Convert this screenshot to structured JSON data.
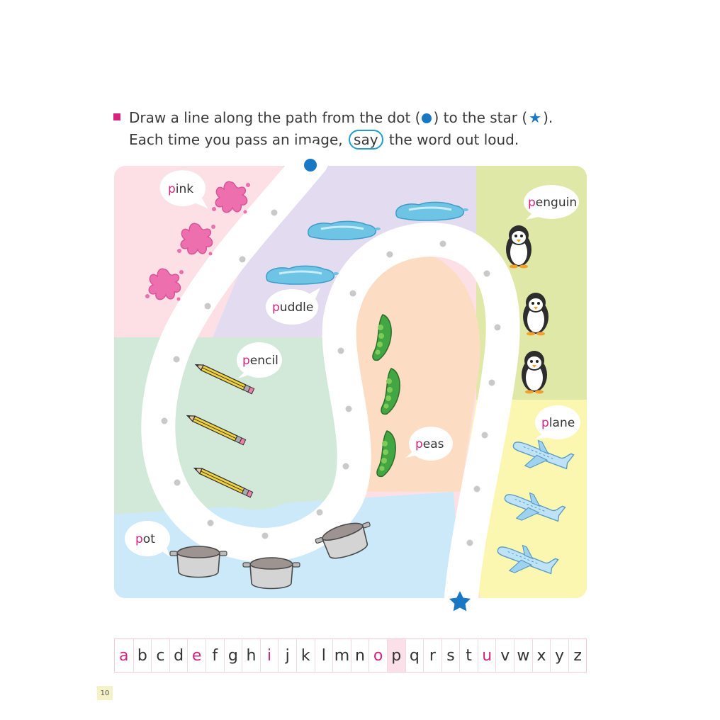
{
  "instructions": {
    "line1_a": "Draw a line along the path from the dot (",
    "line1_b": ") to the star (",
    "line1_c": ").",
    "line2_a": "Each time you pass an image,",
    "line2_say": "say",
    "line2_b": "the word out loud."
  },
  "words": {
    "pink": {
      "first": "p",
      "rest": "ink"
    },
    "puddle": {
      "first": "p",
      "rest": "uddle"
    },
    "penguin": {
      "first": "p",
      "rest": "enguin"
    },
    "pencil": {
      "first": "p",
      "rest": "encil"
    },
    "peas": {
      "first": "p",
      "rest": "eas"
    },
    "plane": {
      "first": "p",
      "rest": "lane"
    },
    "pot": {
      "first": "p",
      "rest": "ot"
    }
  },
  "alphabet": [
    "a",
    "b",
    "c",
    "d",
    "e",
    "f",
    "g",
    "h",
    "i",
    "j",
    "k",
    "l",
    "m",
    "n",
    "o",
    "p",
    "q",
    "r",
    "s",
    "t",
    "u",
    "v",
    "w",
    "x",
    "y",
    "z"
  ],
  "vowels": [
    "a",
    "e",
    "i",
    "o",
    "u"
  ],
  "highlighted_letter": "p",
  "page_number": "10",
  "colors": {
    "accent_pink": "#d6247e",
    "marker_blue": "#1878c4",
    "zone_pink": "#fde0e6",
    "zone_purple": "#e3dcf0",
    "zone_green": "#dfe8a6",
    "zone_mint": "#d2e9da",
    "zone_peach": "#fddcc4",
    "zone_yellow": "#fbf6b0",
    "zone_blue": "#cbe9f9"
  }
}
